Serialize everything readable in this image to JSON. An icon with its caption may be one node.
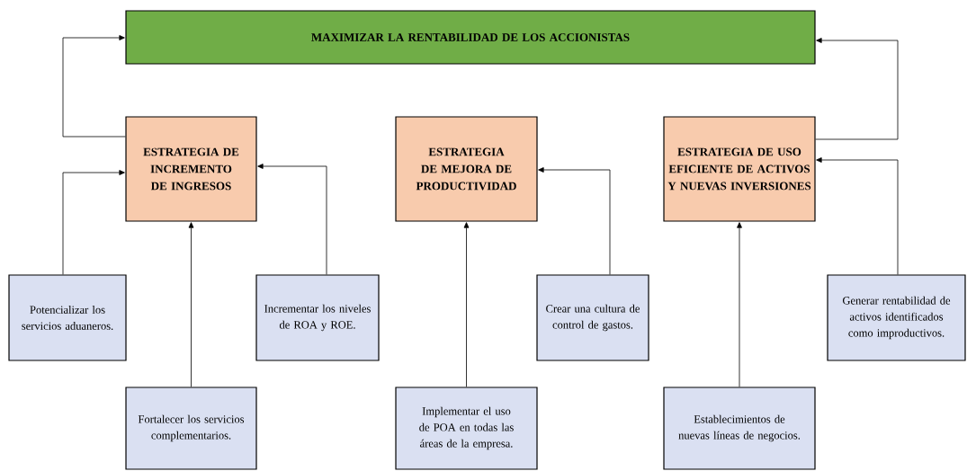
{
  "diagram": {
    "nodes": [
      {
        "text": [
          "MAXIMIZAR LA RENTABILIDAD DE LOS ACCIONISTAS"
        ]
      },
      {
        "text": [
          "ESTRATEGIA DE INCREMENTO DE INGRESOS"
        ]
      },
      {
        "text": [
          "ESTRATEGIA DE MEJORA DE PRODUCTIVIDAD"
        ]
      },
      {
        "text": [
          "ESTRATEGIA DE USO EFICIENTE DE ACTIVOS Y NUEVAS INVERSIONES"
        ]
      },
      {
        "text": [
          "Potencializar los servicios aduaneros."
        ]
      },
      {
        "text": [
          "Fortalecer los servicios complementarios."
        ]
      },
      {
        "text": [
          "Incrementar los niveles de ROA y ROE."
        ]
      },
      {
        "text": [
          "Implementar el uso de POA en todas las áreas de la empresa."
        ]
      },
      {
        "text": [
          "Crear una cultura de control de gastos."
        ]
      },
      {
        "text": [
          "Establecimientos de nuevas líneas de negocios."
        ]
      },
      {
        "text": [
          "Generar rentabilidad de activos identificados como improductivos."
        ]
      }
    ],
    "edges": [
      {
        "from": 1,
        "to": 0,
        "arrow": "to"
      },
      {
        "from": 3,
        "to": 0,
        "arrow": "to"
      },
      {
        "from": 4,
        "to": 1,
        "arrow": "to"
      },
      {
        "from": 5,
        "to": 1,
        "arrow": "to"
      },
      {
        "from": 6,
        "to": 1,
        "arrow": "to"
      },
      {
        "from": 7,
        "to": 2,
        "arrow": "to"
      },
      {
        "from": 8,
        "to": 2,
        "arrow": "to"
      },
      {
        "from": 9,
        "to": 3,
        "arrow": "to"
      },
      {
        "from": 10,
        "to": 3,
        "arrow": "to"
      }
    ]
  }
}
